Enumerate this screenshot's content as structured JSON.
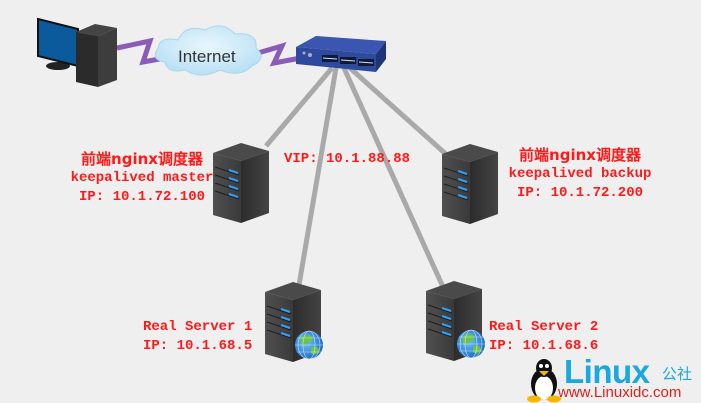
{
  "diagram": {
    "internet_label": "Internet",
    "vip_label": "VIP: 10.1.88.88",
    "master": {
      "title": "前端nginx调度器",
      "role": "keepalived master",
      "ip": "IP: 10.1.72.100"
    },
    "backup": {
      "title": "前端nginx调度器",
      "role": "keepalived backup",
      "ip": "IP: 10.1.72.200"
    },
    "real_server_1": {
      "name": "Real Server 1",
      "ip": "IP: 10.1.68.5"
    },
    "real_server_2": {
      "name": "Real Server 2",
      "ip": "IP: 10.1.68.6"
    },
    "nodes": [
      "client-computer",
      "internet-cloud",
      "network-switch",
      "nginx-master-server",
      "nginx-backup-server",
      "real-server-1",
      "real-server-2"
    ],
    "colors": {
      "label_text": "#ff1a1a",
      "wan_link": "#8a5cb8",
      "lan_link": "#a9a9a9",
      "switch": "#2d4a9c",
      "server": "#3a3a3a",
      "cloud": "#cde9f7"
    }
  },
  "watermark": {
    "brand": "Linux",
    "brand_cn": "公社",
    "url": "www.Linuxidc.com"
  }
}
